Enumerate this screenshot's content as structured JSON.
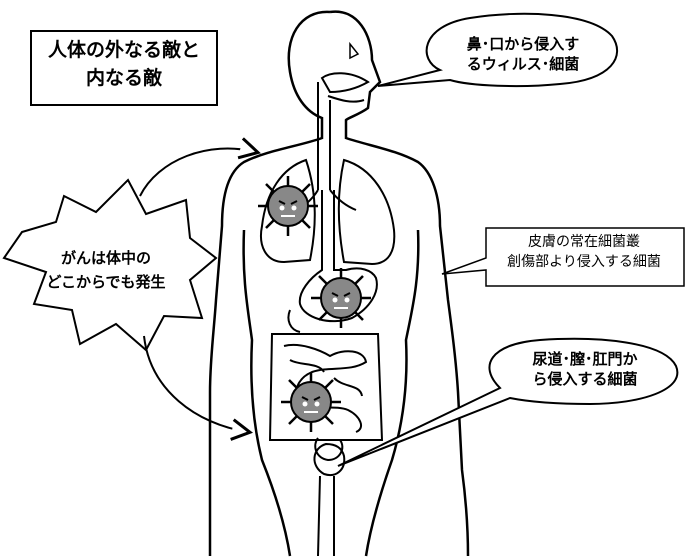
{
  "title": {
    "line1": "人体の外なる敵と",
    "line2": "内なる敵"
  },
  "callouts": {
    "nose_mouth": {
      "line1": "鼻･口から侵入す",
      "line2": "るウィルス･細菌"
    },
    "skin": {
      "line1": "皮膚の常在細菌叢",
      "line2": "創傷部より侵入する細菌"
    },
    "urinary": {
      "line1": "尿道･膣･肛門か",
      "line2": "ら侵入する細菌"
    },
    "cancer": {
      "line1": "がんは体中の",
      "line2": "どこからでも発生"
    }
  }
}
